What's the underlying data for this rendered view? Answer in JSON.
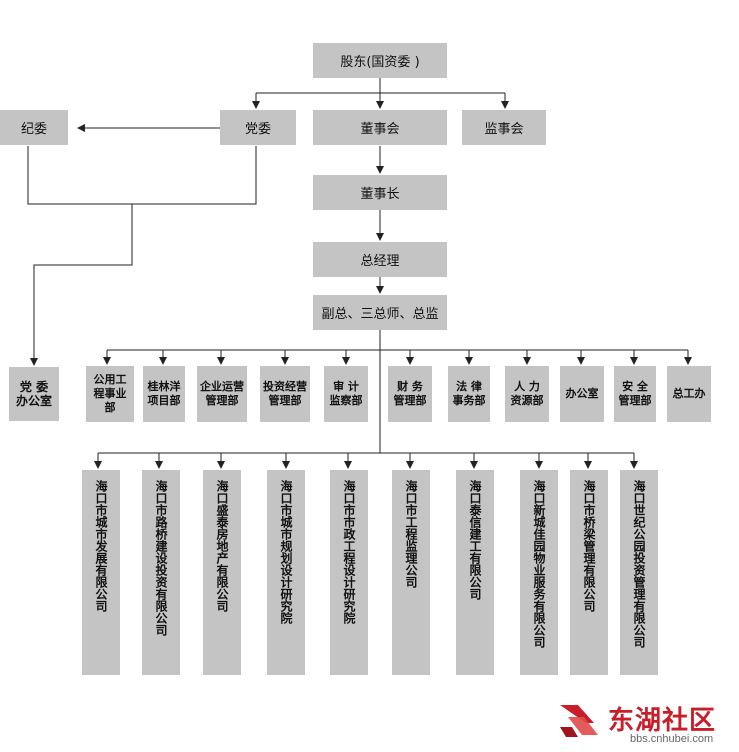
{
  "top": {
    "shareholder": "股东(国资委 )",
    "party_committee": "党委",
    "discipline_committee": "纪委",
    "board": "董事会",
    "supervisory_board": "监事会",
    "chairman": "董事长",
    "general_manager": "总经理",
    "deputies": "副总、三总师、总监"
  },
  "party_office": "党 委 办公室",
  "departments": [
    "公用工程事业部",
    "桂林洋项目部",
    "企业运营管理部",
    "投资经营管理部",
    "审 计 监察部",
    "财 务 管理部",
    "法 律 事务部",
    "人 力 资源部",
    "办公室",
    "安 全 管理部",
    "总工办"
  ],
  "subsidiaries": [
    "海口市城市发展有限公司",
    "海口市路桥建设投资有限公司",
    "海口盛泰房地产有限公司",
    "海口市城市规划设计研究院",
    "海口市市政工程设计研究院",
    "海口市工程监理公司",
    "海口泰信建工有限公司",
    "海口新城佳园物业服务有限公司",
    "海口市桥梁管理有限公司",
    "海口世纪公园投资管理有限公司"
  ],
  "watermark": {
    "text": "东湖社区",
    "url": "bbs.cnhubei.com",
    "color": "#c81e2a"
  }
}
